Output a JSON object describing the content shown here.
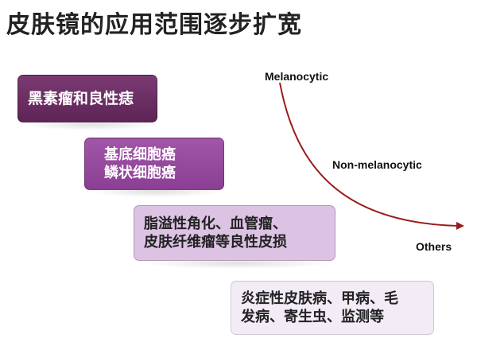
{
  "title": "皮肤镜的应用范围逐步扩宽",
  "boxes": [
    {
      "lines": [
        "黑素瘤和良性痣"
      ]
    },
    {
      "lines": [
        "基底细胞癌",
        "鳞状细胞癌"
      ]
    },
    {
      "lines": [
        "脂溢性角化、血管瘤、",
        "皮肤纤维瘤等良性皮损"
      ]
    },
    {
      "lines": [
        "炎症性皮肤病、甲病、毛",
        "发病、寄生虫、监测等"
      ]
    }
  ],
  "curve_labels": {
    "melanocytic": "Melanocytic",
    "non_melanocytic": "Non-melanocytic",
    "others": "Others"
  },
  "colors": {
    "curve": "#9b1b1b",
    "box1": "#6a2d63",
    "box2": "#9449a0",
    "box3": "#dcc2e3",
    "box4": "#f3ebf5"
  }
}
